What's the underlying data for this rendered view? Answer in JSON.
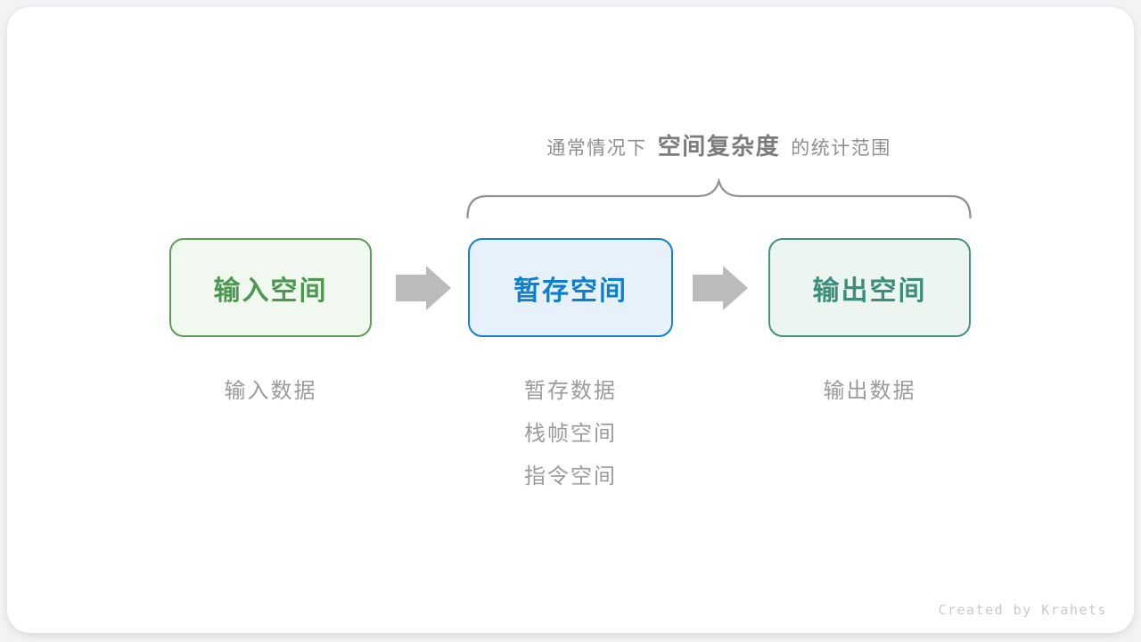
{
  "page": {
    "background_color": "#f2f3f4",
    "card_background_color": "#ffffff"
  },
  "caption": {
    "prefix": "通常情况下",
    "highlight": "空间复杂度",
    "suffix": "的统计范围",
    "prefix_color": "#8e8e8e",
    "highlight_color": "#7b7b7b"
  },
  "brace": {
    "color": "#909090",
    "spans_nodes": [
      "暂存空间",
      "输出空间"
    ]
  },
  "flow": {
    "nodes": [
      {
        "label": "输入空间",
        "border_color": "#5a9e58",
        "text_color": "#4c9850",
        "background_color": "#f1f8ef",
        "sublabels": [
          "输入数据"
        ]
      },
      {
        "label": "暂存空间",
        "border_color": "#1780c8",
        "text_color": "#0d7fd0",
        "background_color": "#e7f1fb",
        "sublabels": [
          "暂存数据",
          "栈帧空间",
          "指令空间"
        ]
      },
      {
        "label": "输出空间",
        "border_color": "#44917f",
        "text_color": "#3b8e7b",
        "background_color": "#edf5f1",
        "sublabels": [
          "输出数据"
        ]
      }
    ],
    "arrow_color": "#bbbbbb",
    "sublabel_color": "#9b9b9b"
  },
  "footer": {
    "credit": "Created by Krahets",
    "color": "#c9c9c9"
  }
}
